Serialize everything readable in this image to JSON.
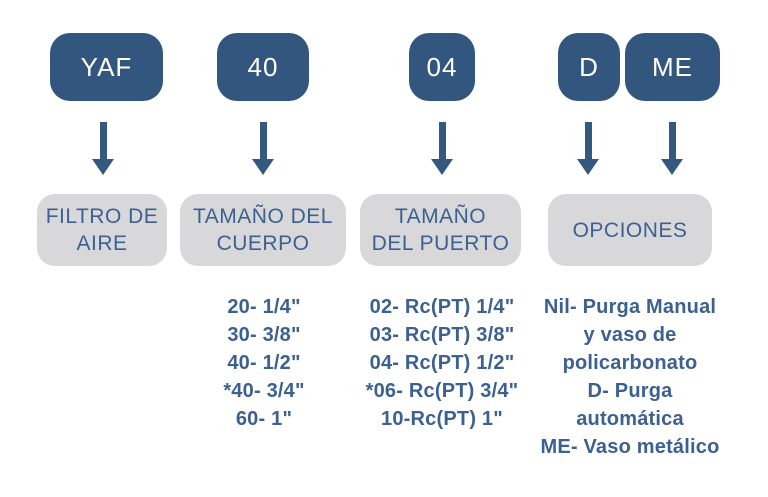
{
  "palette": {
    "code_box_fill": "#33567E",
    "arrow_blue": "#35587F",
    "category_box_fill": "#D8D8DA",
    "text_blue": "#3C6190",
    "code_text": "#FFFFFF",
    "background": "#FFFFFF"
  },
  "codes": [
    {
      "label": "YAF"
    },
    {
      "label": "40"
    },
    {
      "label": "04"
    },
    {
      "label": "D"
    },
    {
      "label": "ME"
    }
  ],
  "categories": [
    {
      "lines": [
        "FILTRO DE",
        "AIRE"
      ]
    },
    {
      "lines": [
        "TAMAÑO DEL",
        "CUERPO"
      ]
    },
    {
      "lines": [
        "TAMAÑO",
        "DEL PUERTO"
      ]
    },
    {
      "lines": [
        "OPCIONES"
      ]
    }
  ],
  "lists": {
    "body_size": {
      "items": [
        "20- 1/4\"",
        "30- 3/8\"",
        "40- 1/2\"",
        "*40- 3/4\"",
        "60- 1\""
      ]
    },
    "port_size": {
      "items": [
        "02- Rc(PT) 1/4\"",
        "03- Rc(PT) 3/8\"",
        "04- Rc(PT) 1/2\"",
        "*06- Rc(PT) 3/4\"",
        "10-Rc(PT) 1\""
      ]
    },
    "options": {
      "lines": [
        "Nil- Purga Manual",
        "y vaso de",
        "policarbonato",
        "D- Purga",
        "automática",
        "ME- Vaso metálico"
      ]
    }
  }
}
